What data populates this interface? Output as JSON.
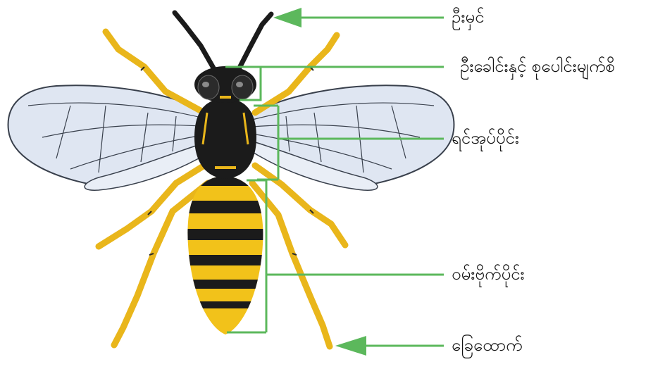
{
  "labels": {
    "antenna": "ဦးမှင်",
    "head_and_eyes": "ဦးခေါင်းနှင့် စုပေါင်းမျက်စိ",
    "thorax": "ရင်အုပ်ပိုင်း",
    "abdomen": "ဝမ်းဗိုက်ပိုင်း",
    "leg": "ခြေထောက်"
  },
  "colors": {
    "pointer": "#5cb85c",
    "body_yellow": "#f2c21a",
    "body_black": "#1b1b1b",
    "wing_fill": "#dfe6f2",
    "wing_vein": "#39404c",
    "leg_yellow": "#e9b61b"
  }
}
